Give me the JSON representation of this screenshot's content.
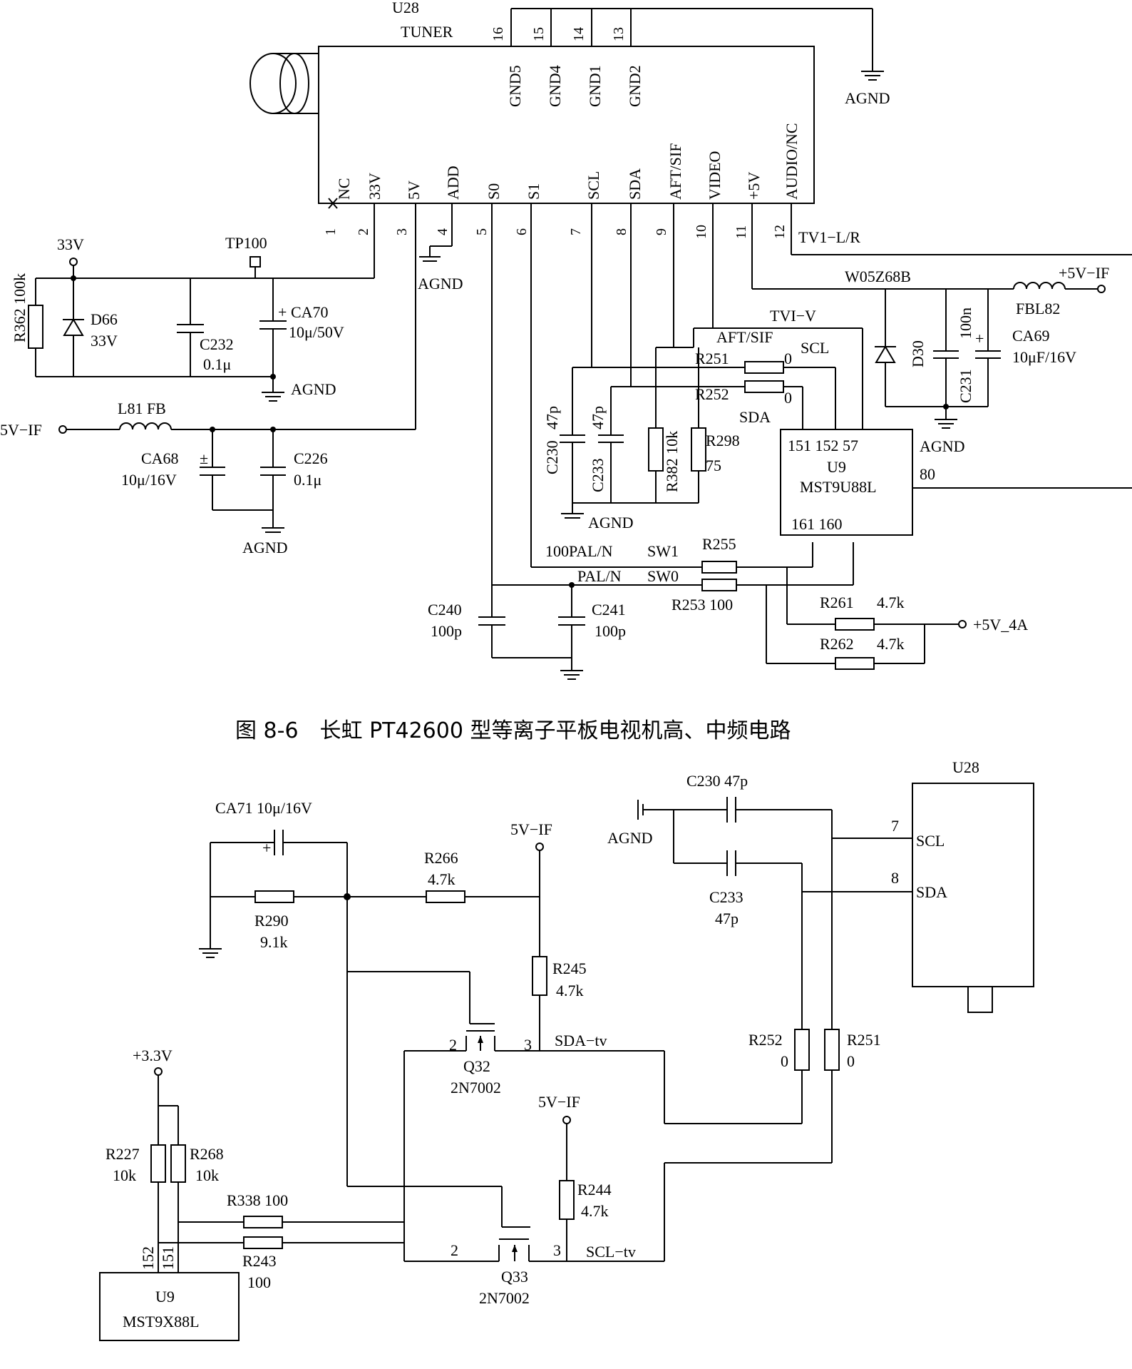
{
  "fig1": {
    "caption": "图 8-6　长虹 PT42600 型等离子平板电视机高、中频电路",
    "tuner": {
      "ref": "U28",
      "name": "TUNER",
      "top_pins": [
        "16",
        "15",
        "14",
        "13"
      ],
      "top_pin_names": [
        "GND5",
        "GND4",
        "GND1",
        "GND2"
      ],
      "bottom_pins": [
        "1",
        "2",
        "3",
        "4",
        "5",
        "6",
        "7",
        "8",
        "9",
        "10",
        "11",
        "12"
      ],
      "bottom_pin_names": [
        "NC",
        "33V",
        "5V",
        "ADD",
        "S0",
        "S1",
        "SCL",
        "SDA",
        "AFT/SIF",
        "VIDEO",
        "+5V",
        "AUDIO/NC"
      ]
    },
    "nets": {
      "agnd": "AGND",
      "v33": "33V",
      "tp100": "TP100",
      "v5if_left": "5V−IF",
      "v5if_right": "+5V−IF",
      "v5_4a": "+5V_4A",
      "tv1lr": "TV1−L/R",
      "tviv": "TVI−V",
      "aft_sif": "AFT/SIF",
      "scl": "SCL",
      "sda": "SDA",
      "pal100": "100PAL/N",
      "sw1": "SW1",
      "pal": "PAL/N",
      "sw0": "SW0"
    },
    "parts": {
      "r362": "R362 100k",
      "d66": "D66",
      "d66_val": "33V",
      "c232": "C232",
      "c232_val": "0.1μ",
      "ca70": "CA70",
      "ca70_val": "10μ/50V",
      "l81": "L81 FB",
      "ca68": "CA68",
      "ca68_val": "10μ/16V",
      "c226": "C226",
      "c226_val": "0.1μ",
      "w05": "W05Z68B",
      "fbl82": "FBL82",
      "d30": "D30",
      "c231_val": "100n",
      "c231": "C231",
      "ca69": "CA69",
      "ca69_val": "10μF/16V",
      "r251": "R251",
      "r251_val": "0",
      "r252": "R252",
      "r252_val": "0",
      "c230": "C230",
      "c230_val": "47p",
      "c233": "C233",
      "c233_val": "47p",
      "r382": "R382 10k",
      "r298": "R298",
      "r298_val": "75",
      "r255": "R255",
      "r253": "R253 100",
      "r261": "R261",
      "r261_val": "4.7k",
      "r262": "R262",
      "r262_val": "4.7k",
      "c240": "C240",
      "c240_val": "100p",
      "c241": "C241",
      "c241_val": "100p"
    },
    "u9": {
      "pins_top": "151 152 57",
      "ref": "U9",
      "name": "MST9U88L",
      "pin80": "80",
      "pins_bottom": "161 160"
    }
  },
  "fig2": {
    "u28": {
      "ref": "U28",
      "scl": "SCL",
      "sda": "SDA",
      "pin7": "7",
      "pin8": "8"
    },
    "u9": {
      "ref": "U9",
      "name": "MST9X88L",
      "pin152": "152",
      "pin151": "151"
    },
    "parts": {
      "ca71": "CA71 10μ/16V",
      "r290": "R290",
      "r290_val": "9.1k",
      "r266": "R266",
      "r266_val": "4.7k",
      "r245": "R245",
      "r245_val": "4.7k",
      "r244": "R244",
      "r244_val": "4.7k",
      "q32": "Q32",
      "q32_type": "2N7002",
      "q33": "Q33",
      "q33_type": "2N7002",
      "c230": "C230 47p",
      "c233": "C233",
      "c233_val": "47p",
      "r252": "R252",
      "r252_val": "0",
      "r251": "R251",
      "r251_val": "0",
      "r227": "R227",
      "r227_val": "10k",
      "r268": "R268",
      "r268_val": "10k",
      "r338": "R338 100",
      "r243": "R243",
      "r243_val": "100"
    },
    "nets": {
      "v5if_a": "5V−IF",
      "v5if_b": "5V−IF",
      "v33": "+3.3V",
      "agnd": "AGND",
      "sda_tv": "SDA−tv",
      "scl_tv": "SCL−tv",
      "pin2a": "2",
      "pin3a": "3",
      "pin2b": "2",
      "pin3b": "3"
    }
  }
}
